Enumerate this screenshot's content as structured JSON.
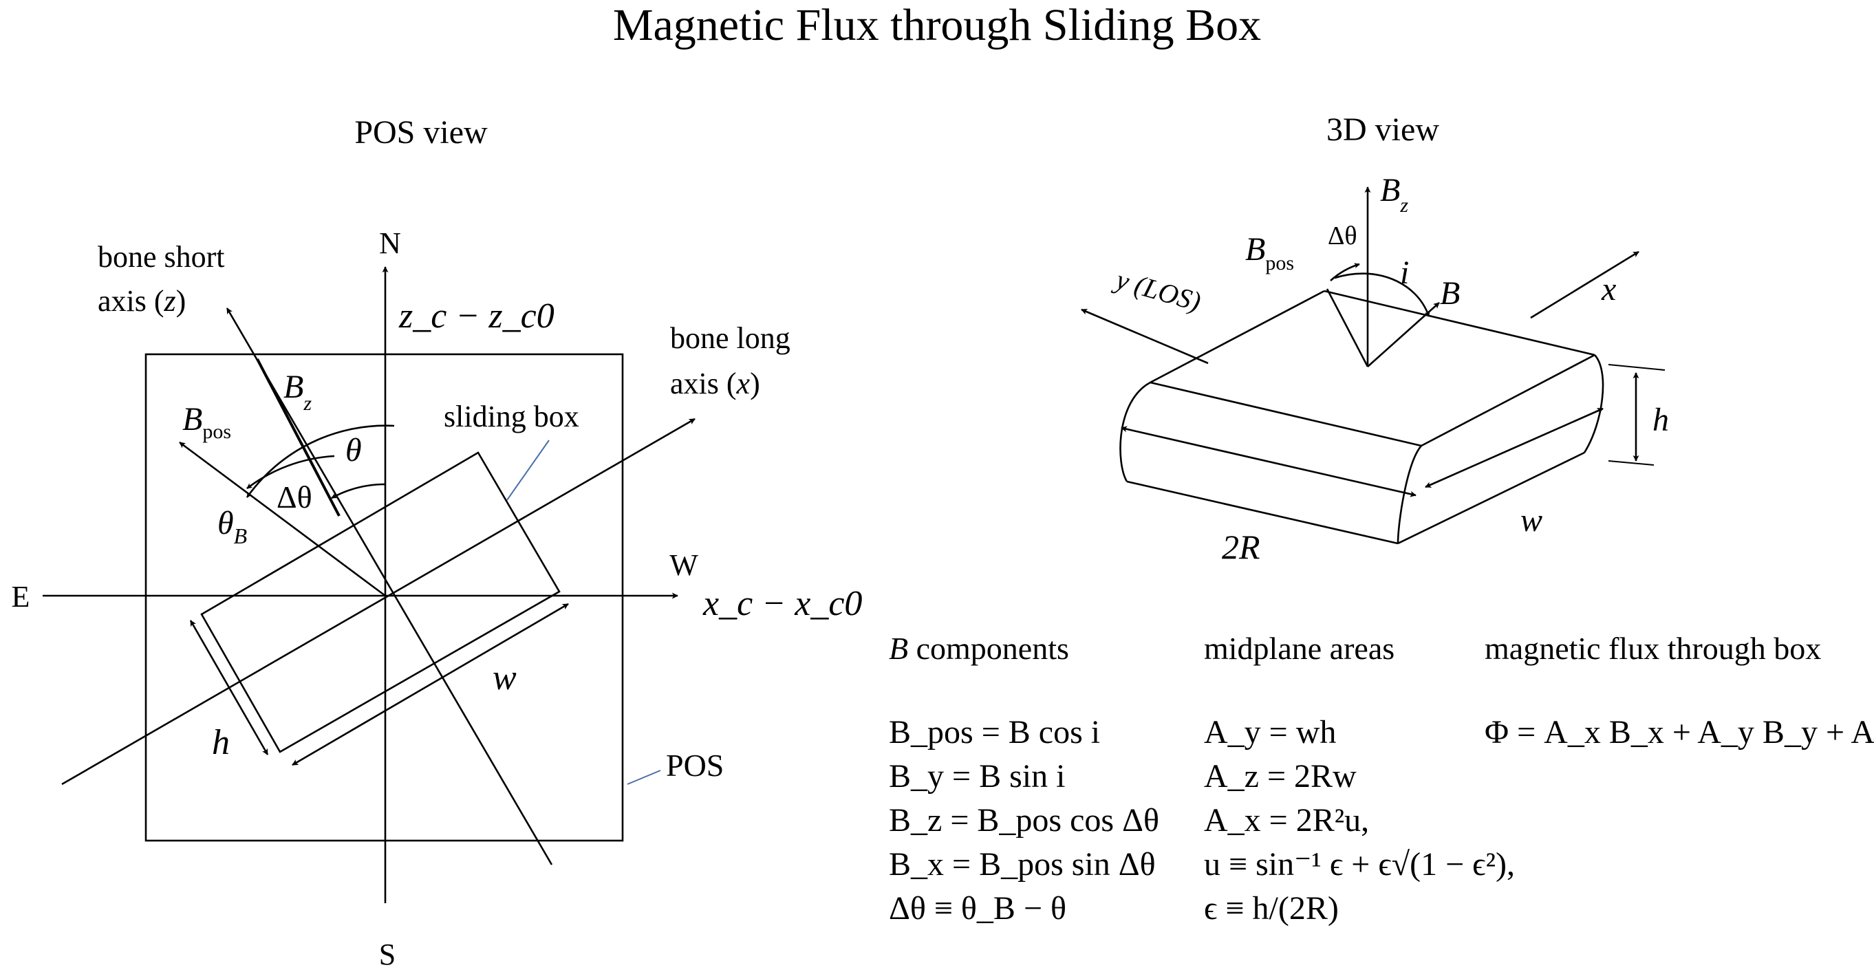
{
  "title": "Magnetic Flux through Sliding Box",
  "pos_view": {
    "heading": "POS view",
    "compass": {
      "north": "N",
      "south": "S",
      "east": "E",
      "west": "W"
    },
    "axis_vertical": "z_c − z_c0",
    "axis_horizontal": "x_c − x_c0",
    "bone_short_axis": {
      "line1": "bone short",
      "line2_prefix": "axis (",
      "var": "z",
      "line2_suffix": ")"
    },
    "bone_long_axis": {
      "line1": "bone long",
      "line2_prefix": "axis  (",
      "var": "x",
      "line2_suffix": ")"
    },
    "sliding_box": "sliding box",
    "pos_label": "POS",
    "labels": {
      "theta": "θ",
      "delta_theta": "Δθ",
      "theta_B": "θ",
      "theta_B_sub": "B",
      "B_pos": "B",
      "B_pos_sub": "pos",
      "B_z": "B",
      "B_z_sub": "z",
      "w": "w",
      "h": "h"
    }
  },
  "view_3d": {
    "heading": "3D view",
    "labels": {
      "B_z": "B",
      "B_z_sub": "z",
      "B_pos": "B",
      "B_pos_sub": "pos",
      "delta_theta": "Δθ",
      "i": "i",
      "B": "B",
      "y_los": "y (LOS)",
      "x": "x",
      "h": "h",
      "w": "w",
      "two_R": "2R"
    }
  },
  "equations": {
    "b_components": {
      "header": "B components",
      "header_var": "B",
      "header_rest": " components",
      "lines": [
        "B_pos = B cos i",
        "B_y = B sin i",
        "B_z = B_pos cos Δθ",
        "B_x = B_pos sin Δθ",
        "Δθ ≡ θ_B − θ"
      ]
    },
    "midplane_areas": {
      "header": "midplane areas",
      "lines": [
        "A_y = wh",
        "A_z = 2Rw",
        "A_x = 2R²u,",
        "u ≡ sin⁻¹ ϵ + ϵ√(1 − ϵ²),",
        "ϵ ≡ h/(2R)"
      ]
    },
    "flux": {
      "header": "magnetic flux through box",
      "lines": [
        "Φ = A_x B_x + A_y B_y + A_z B_z"
      ]
    }
  }
}
